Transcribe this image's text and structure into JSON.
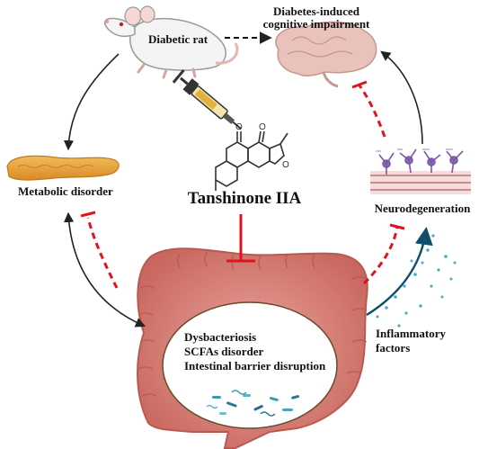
{
  "labels": {
    "rat": "Diabetic rat",
    "impairment_line1": "Diabetes-induced",
    "impairment_line2": "cognitive impairment",
    "metabolic": "Metabolic disorder",
    "drug": "Tanshinone IIA",
    "neuro": "Neurodegeneration",
    "inflammatory_line1": "Inflammatory",
    "inflammatory_line2": "factors",
    "gut_line1": "Dysbacteriosis",
    "gut_line2": "SCFAs disorder",
    "gut_line3": "Intestinal barrier disruption"
  },
  "colors": {
    "inhibit": "#e0141e",
    "arrow": "#222222",
    "gut": "#d8837a",
    "gut_dark": "#b85a52",
    "pancreas": "#e8a33a",
    "brain": "#d9a9a2",
    "teal": "#2a8fb0"
  },
  "icons": [
    "rat-icon",
    "syringe-icon",
    "tanshinone-molecule-icon",
    "pancreas-icon",
    "brain-icon",
    "neurons-icon",
    "colon-icon",
    "bacteria-icon"
  ]
}
